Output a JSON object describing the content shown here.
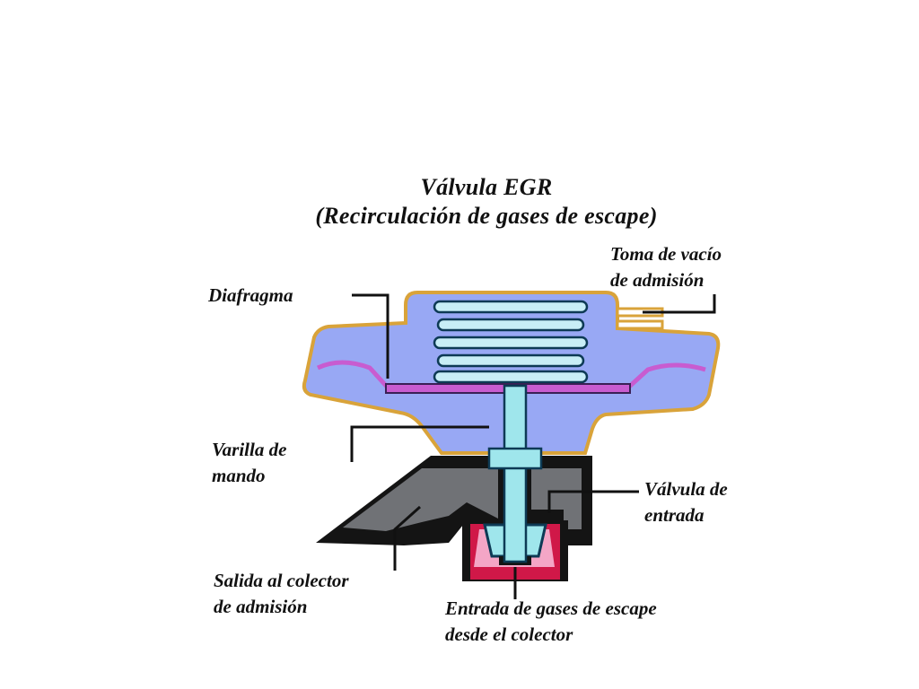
{
  "title": {
    "line1": "Válvula EGR",
    "line2": "(Recirculación de gases de escape)"
  },
  "labels": {
    "vacuum_intake": {
      "line1": "Toma de vacío",
      "line2": "de admisión"
    },
    "diaphragm": "Diafragma",
    "control_rod": {
      "line1": "Varilla de",
      "line2": "mando"
    },
    "inlet_valve": {
      "line1": "Válvula de",
      "line2": "entrada"
    },
    "outlet": {
      "line1": "Salida al colector",
      "line2": "de admisión"
    },
    "exhaust_inlet": {
      "line1": "Entrada de gases de escape",
      "line2": "desde el colector"
    }
  },
  "colors": {
    "housing_fill": "#98a8f4",
    "housing_outline": "#d9a33a",
    "spring": "#c8eef6",
    "diaphragm": "#c85cd0",
    "rod": "#9fe6ec",
    "body_black": "#141414",
    "body_gray": "#707276",
    "exhaust_red": "#d01848",
    "exhaust_pink": "#f4a6c6",
    "leader_line": "#111111"
  }
}
